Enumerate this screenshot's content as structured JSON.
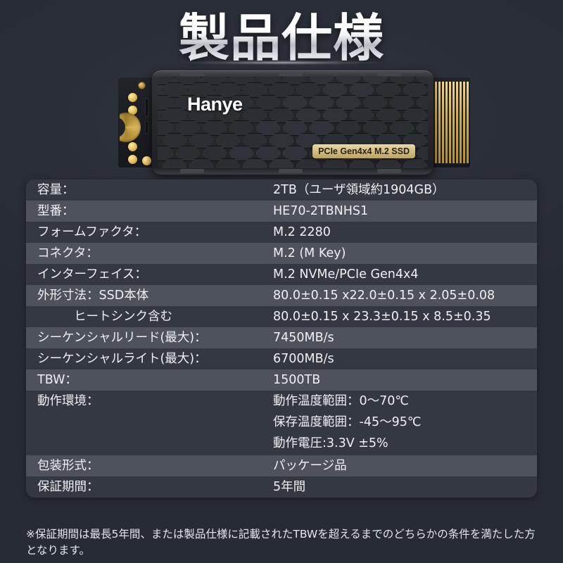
{
  "page": {
    "title": "製品仕様",
    "background_color": "#282c36"
  },
  "product_image": {
    "brand_logo": "Hanye",
    "badge_text": "PCIe Gen4x4 M.2 SSD",
    "accent_color": "#2aaab4",
    "heatsink_color": "#26282c",
    "connector_color": "#d4b155"
  },
  "spec_table": {
    "rows": [
      {
        "label": "容量：",
        "value": "2TB（ユーザ領域約1904GB）"
      },
      {
        "label": "型番：",
        "value": "HE70-2TBNHS1"
      },
      {
        "label": "フォームファクタ：",
        "value": "M.2 2280"
      },
      {
        "label": "コネクタ：",
        "value": "M.2 (M Key)"
      },
      {
        "label": "インターフェイス：",
        "value": "M.2 NVMe/PCIe Gen4x4"
      },
      {
        "label": "外形寸法：SSD本体",
        "value": "80.0±0.15 x22.0±0.15 x 2.05±0.08"
      },
      {
        "label": "ヒートシンク含む",
        "value": "80.0±0.15 x 23.3±0.15 x 8.5±0.35",
        "indent": true
      },
      {
        "label": "シーケンシャルリード(最大)：",
        "value": "7450MB/s"
      },
      {
        "label": "シーケンシャルライト(最大)：",
        "value": "6700MB/s"
      },
      {
        "label": "TBW：",
        "value": "1500TB"
      },
      {
        "label": "動作環境：",
        "value_lines": [
          "動作温度範囲：0〜70℃",
          "保存温度範囲：-45〜95℃",
          "動作電圧:3.3V ±5%"
        ]
      },
      {
        "label": "包装形式：",
        "value": "パッケージ品"
      },
      {
        "label": "保証期間：",
        "value": "5年間"
      }
    ]
  },
  "footnote": {
    "text": "※保証期間は最長5年間、または製品仕様に記載されたTBWを超えるまでのどちらかの条件を満たした方となります。"
  }
}
